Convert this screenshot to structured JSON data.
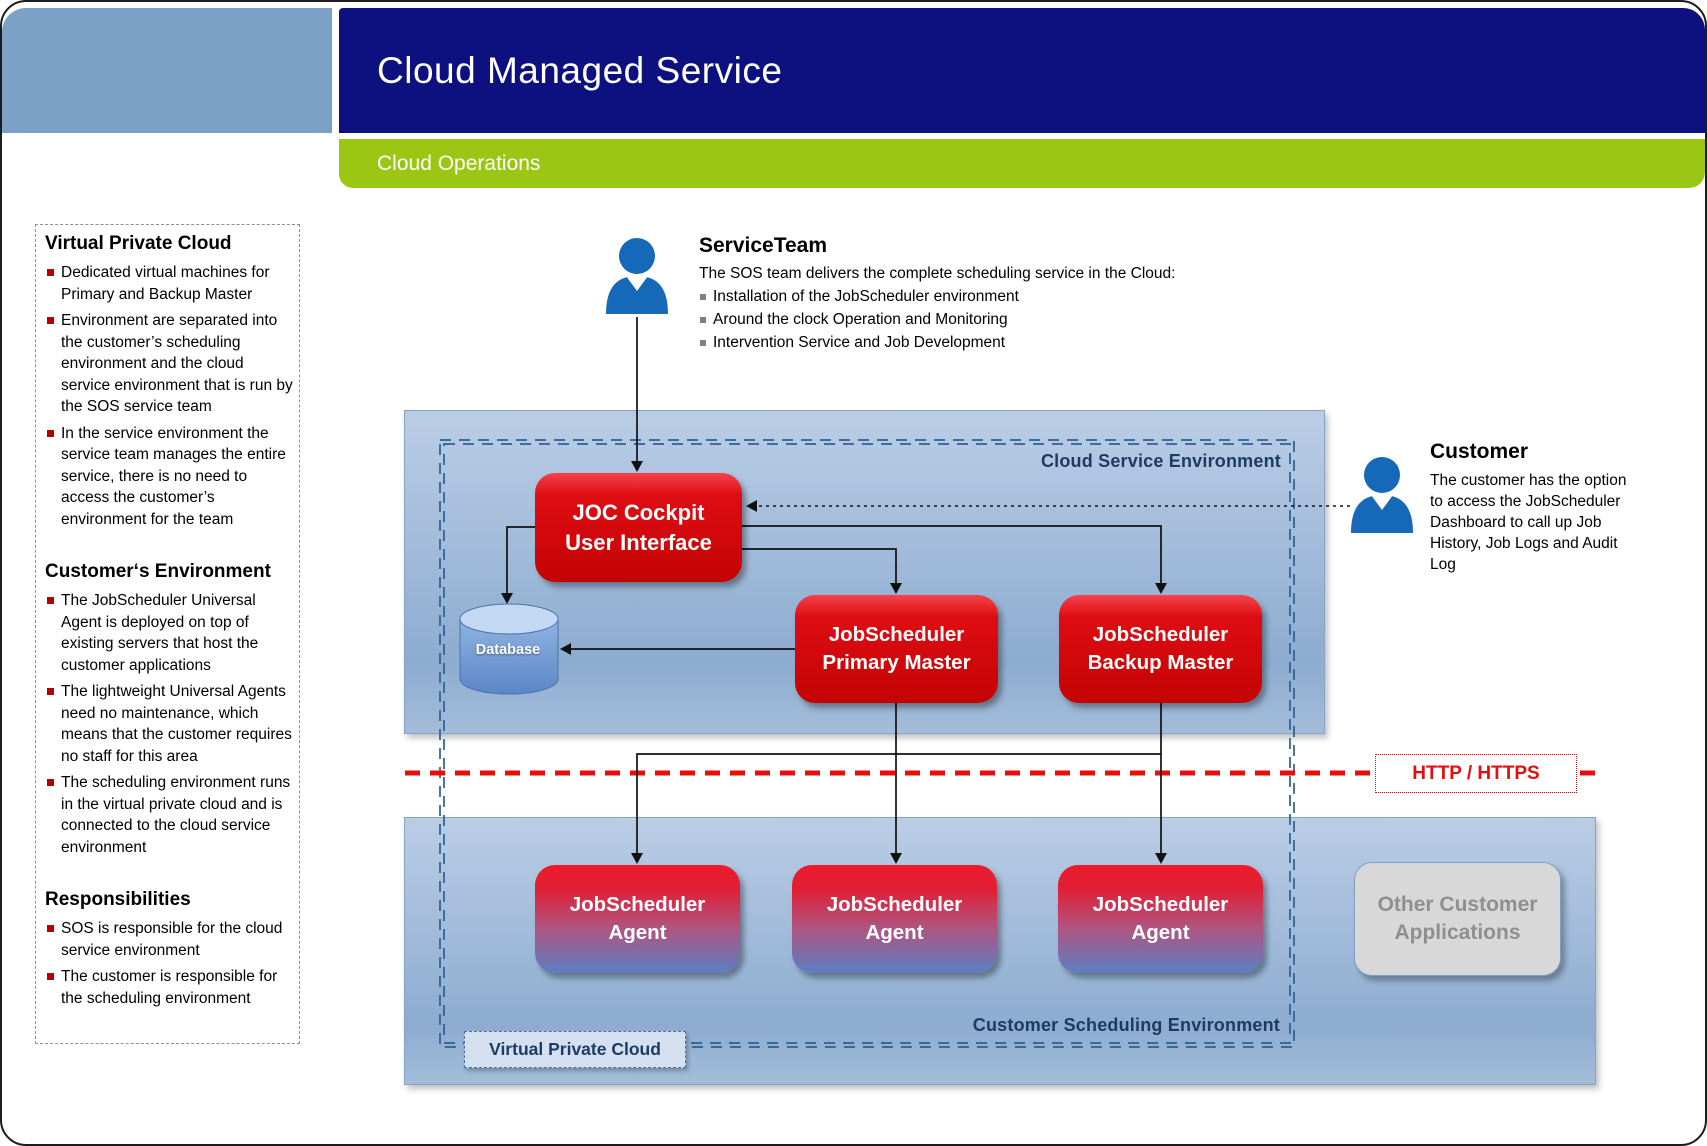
{
  "header": {
    "title": "Cloud Managed Service",
    "subtitle": "Cloud Operations"
  },
  "sidebar": {
    "sections": [
      {
        "heading": "Virtual Private Cloud",
        "items": [
          "Dedicated virtual machines for Primary and Backup Master",
          "Environment are separated into the customer’s scheduling environment and the cloud service environment that is run by the SOS service team",
          "In the service environment the service team manages the entire service, there is no need to access the customer’s environment for the team"
        ]
      },
      {
        "heading": "Customer‘s Environment",
        "items": [
          "The JobScheduler Universal Agent is deployed on top of existing servers that host the customer applications",
          "The lightweight Universal Agents need no maintenance, which means that the customer requires no staff for this area",
          "The scheduling environment runs in the virtual private cloud and is connected to the cloud service environment"
        ]
      },
      {
        "heading": "Responsibilities",
        "items": [
          "SOS is responsible for the cloud service environment",
          "The customer is responsible for the scheduling environment"
        ]
      }
    ]
  },
  "service_team": {
    "heading": "ServiceTeam",
    "intro": "The SOS team delivers the complete scheduling service in the Cloud:",
    "items": [
      "Installation of the JobScheduler environment",
      "Around  the clock Operation and Monitoring",
      "Intervention Service and Job Development"
    ]
  },
  "customer": {
    "heading": "Customer",
    "text": "The customer has the option to access the JobScheduler Dashboard to call up Job History, Job Logs and Audit Log"
  },
  "diagram": {
    "cloud_env_label": "Cloud Service Environment",
    "customer_env_label": "Customer Scheduling Environment",
    "vpc_label": "Virtual Private Cloud",
    "http_label": "HTTP / HTTPS",
    "nodes": {
      "joc": "JOC Cockpit\nUser Interface",
      "database": "Database",
      "primary": "JobScheduler\nPrimary Master",
      "backup": "JobScheduler\nBackup Master",
      "agent1": "JobScheduler\nAgent",
      "agent2": "JobScheduler\nAgent",
      "agent3": "JobScheduler\nAgent",
      "other_apps": "Other Customer\nApplications"
    }
  },
  "colors": {
    "header_navy": "#0d1180",
    "header_green": "#9cc614",
    "header_steel": "#7ba1c7",
    "panel_top": "#bacde5",
    "panel_mid": "#a3bcd9",
    "panel_bottom": "#8dacd0",
    "node_red": "#de0d14",
    "agent_red": "#ee1b2b",
    "agent_blue": "#5b7fc1",
    "label_navy": "#1e3b63",
    "http_red": "#e80c0c",
    "icon_blue": "#1569b8",
    "gray_node_bg": "#d8d8d8",
    "gray_node_text": "#8f8f8f",
    "bullet_red": "#b00000",
    "dash_blue": "#2e5f93"
  }
}
